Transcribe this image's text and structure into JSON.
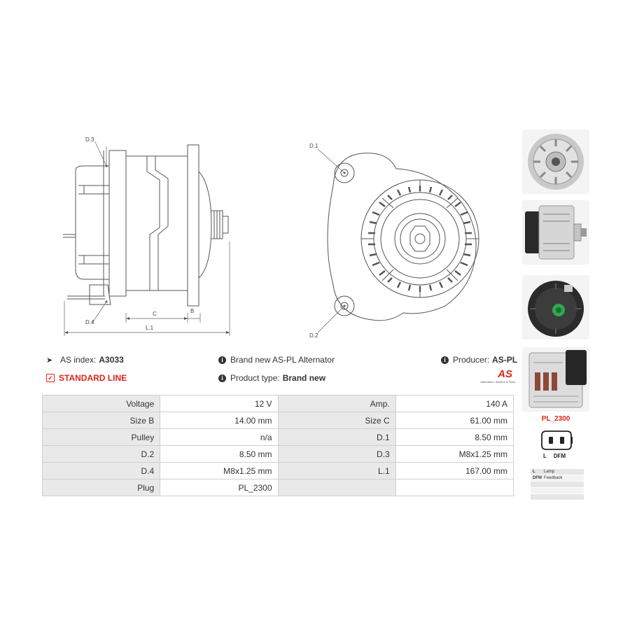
{
  "drawing_labels": {
    "d3": "D.3",
    "d4": "D.4",
    "c": "C",
    "b": "B",
    "l1": "L.1",
    "d1": "D.1",
    "d2": "D.2"
  },
  "info": {
    "as_index_label": "AS index:",
    "as_index_value": "A3033",
    "line": "STANDARD LINE",
    "description": "Brand new AS-PL Alternator",
    "product_type_label": "Product type:",
    "product_type_value": "Brand new",
    "producer_label": "Producer:",
    "producer_value": "AS-PL",
    "logo_text": "AS",
    "logo_tagline": "Alternators, Starters & Parts"
  },
  "specs": [
    {
      "k1": "Voltage",
      "v1": "12 V",
      "k2": "Amp.",
      "v2": "140 A"
    },
    {
      "k1": "Size B",
      "v1": "14.00 mm",
      "k2": "Size C",
      "v2": "61.00 mm"
    },
    {
      "k1": "Pulley",
      "v1": "n/a",
      "k2": "D.1",
      "v2": "8.50 mm"
    },
    {
      "k1": "D.2",
      "v1": "8.50 mm",
      "k2": "D.3",
      "v2": "M8x1.25 mm"
    },
    {
      "k1": "D.4",
      "v1": "M8x1.25 mm",
      "k2": "L.1",
      "v2": "167.00 mm"
    },
    {
      "k1": "Plug",
      "v1": "PL_2300",
      "k2": "",
      "v2": ""
    }
  ],
  "plug": {
    "name": "PL_2300",
    "pin_l": "L",
    "pin_dfm": "DFM",
    "legend": [
      {
        "code": "L",
        "desc": "Lamp"
      },
      {
        "code": "DFM",
        "desc": "Feedback"
      },
      {
        "code": "",
        "desc": ""
      },
      {
        "code": "",
        "desc": ""
      },
      {
        "code": "",
        "desc": ""
      }
    ]
  },
  "colors": {
    "accent_red": "#d9261c",
    "table_key_bg": "#e9e9e9",
    "line_gray": "#555555"
  }
}
